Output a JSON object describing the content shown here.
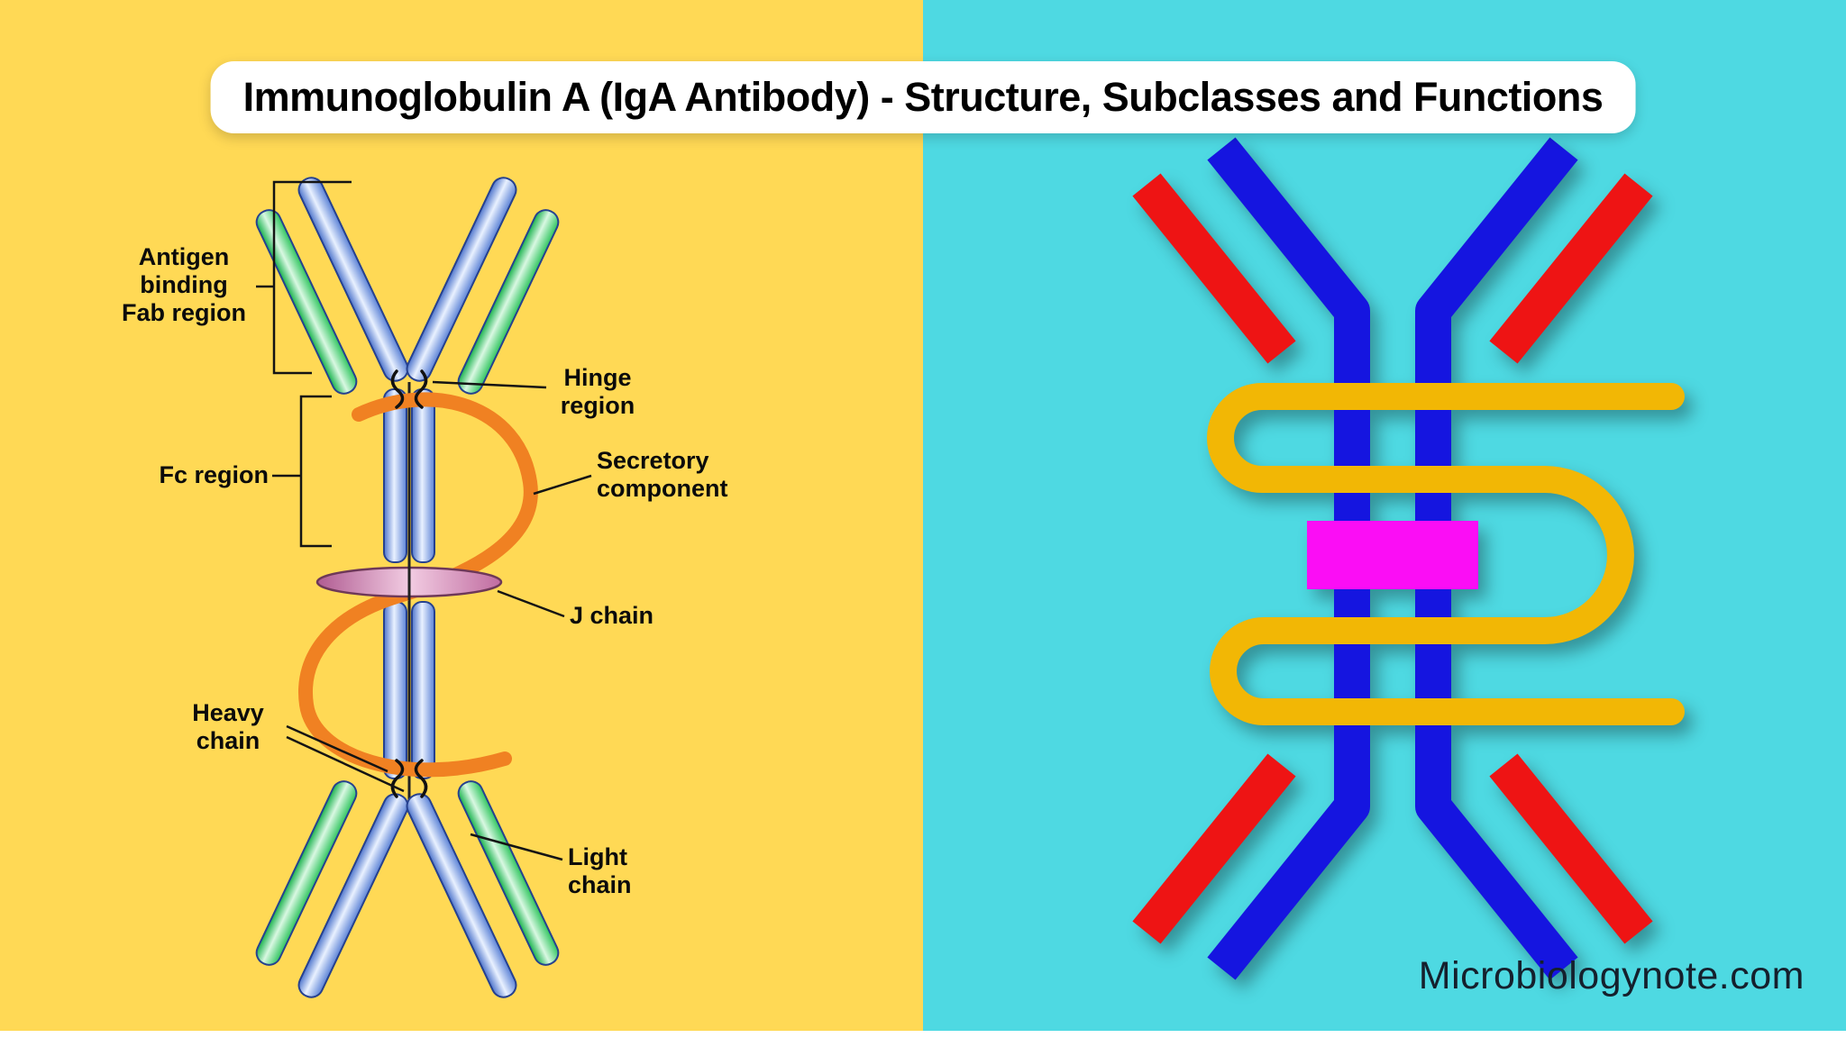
{
  "title": "Immunoglobulin A (IgA Antibody) - Structure, Subclasses and Functions",
  "watermark": "Microbiologynote.com",
  "left_panel": {
    "description": "Labeled diagram of secretory IgA dimer",
    "labels": {
      "antigen": "Antigen\nbinding\nFab region",
      "hinge": "Hinge\nregion",
      "fc": "Fc region",
      "secretory": "Secretory\ncomponent",
      "j_chain": "J chain",
      "heavy": "Heavy\nchain",
      "light": "Light\nchain"
    }
  },
  "right_panel": {
    "description": "Stylized illustration of dimeric IgA with secretory component and J chain"
  },
  "colors": {
    "left_background": "#FFD955",
    "right_background": "#4ED9E2",
    "heavy_chain_blue": "#1515E0",
    "light_chain_red": "#EE1414",
    "secretory_yellow": "#F2B705",
    "j_chain_magenta": "#FB0DF5",
    "secretory_orange": "#F08122",
    "j_chain_pink": "#D391B6",
    "leader_line": "#141414"
  }
}
